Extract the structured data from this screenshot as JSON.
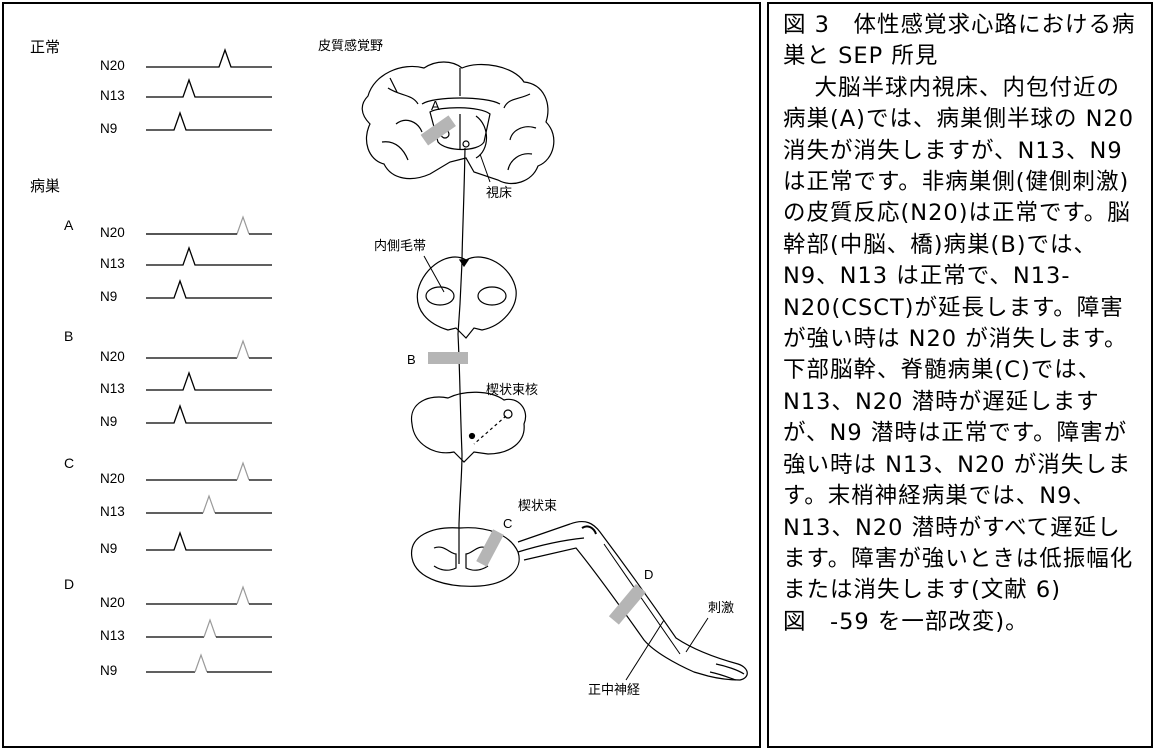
{
  "figure": {
    "normal_label": "正常",
    "lesion_label": "病巣",
    "normal_waves": [
      {
        "name": "N20",
        "shown": true
      },
      {
        "name": "N13",
        "shown": true
      },
      {
        "name": "N9",
        "shown": true
      }
    ],
    "lesions": [
      {
        "id": "A",
        "waves": [
          {
            "name": "N20",
            "state": "absent"
          },
          {
            "name": "N13",
            "state": "normal"
          },
          {
            "name": "N9",
            "state": "normal"
          }
        ]
      },
      {
        "id": "B",
        "waves": [
          {
            "name": "N20",
            "state": "delayed-faint"
          },
          {
            "name": "N13",
            "state": "normal"
          },
          {
            "name": "N9",
            "state": "normal"
          }
        ]
      },
      {
        "id": "C",
        "waves": [
          {
            "name": "N20",
            "state": "delayed-faint"
          },
          {
            "name": "N13",
            "state": "delayed-faint"
          },
          {
            "name": "N9",
            "state": "normal"
          }
        ]
      },
      {
        "id": "D",
        "waves": [
          {
            "name": "N20",
            "state": "delayed-faint"
          },
          {
            "name": "N13",
            "state": "delayed-faint"
          },
          {
            "name": "N9",
            "state": "delayed-faint"
          }
        ]
      }
    ],
    "anatomy_labels": {
      "cortex": "皮質感覚野",
      "thalamus": "視床",
      "medial_lemniscus": "内側毛帯",
      "cuneate_nucleus": "楔状束核",
      "cuneate_fasciculus": "楔状束",
      "median_nerve": "正中神経",
      "stimulus": "刺激",
      "lesion_A": "A",
      "lesion_B": "B",
      "lesion_C": "C",
      "lesion_D": "D"
    },
    "colors": {
      "trace": "#000000",
      "faint_trace": "#9a9a9a",
      "lesion_bar": "#b5b5b5"
    }
  },
  "caption": {
    "title": "図 3　体性感覚求心路における病巣と SEP 所見",
    "body": "大脳半球内視床、内包付近の病巣(A)では、病巣側半球の N20 消失が消失しますが、N13、N9 は正常です。非病巣側(健側刺激)の皮質反応(N20)は正常です。脳幹部(中脳、橋)病巣(B)では、N9、N13 は正常で、N13-N20(CSCT)が延長します。障害が強い時は N20 が消失します。下部脳幹、脊髄病巣(C)では、N13、N20 潜時が遅延しますが、N9 潜時は正常です。障害が強い時は N13、N20 が消失します。末梢神経病巣では、N9、N13、N20 潜時がすべて遅延します。障害が強いときは低振幅化または消失します(文献 6)図　-59 を一部改変)。"
  }
}
